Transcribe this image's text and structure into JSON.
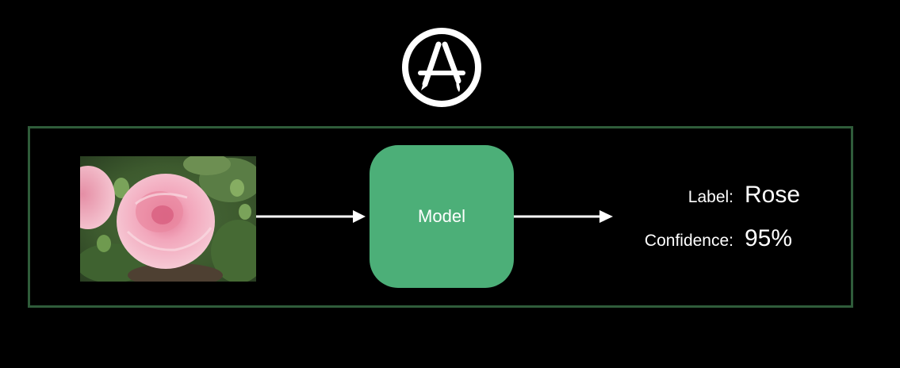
{
  "colors": {
    "background": "#000000",
    "frame_border": "#2f5c3a",
    "model_fill": "#4caf78",
    "text": "#ffffff"
  },
  "header": {
    "icon": "app-store-icon"
  },
  "diagram": {
    "input_image": "rose-photo",
    "model": {
      "label": "Model"
    },
    "output": {
      "label_key": "Label:",
      "label_value": "Rose",
      "confidence_key": "Confidence:",
      "confidence_value": "95%"
    }
  }
}
